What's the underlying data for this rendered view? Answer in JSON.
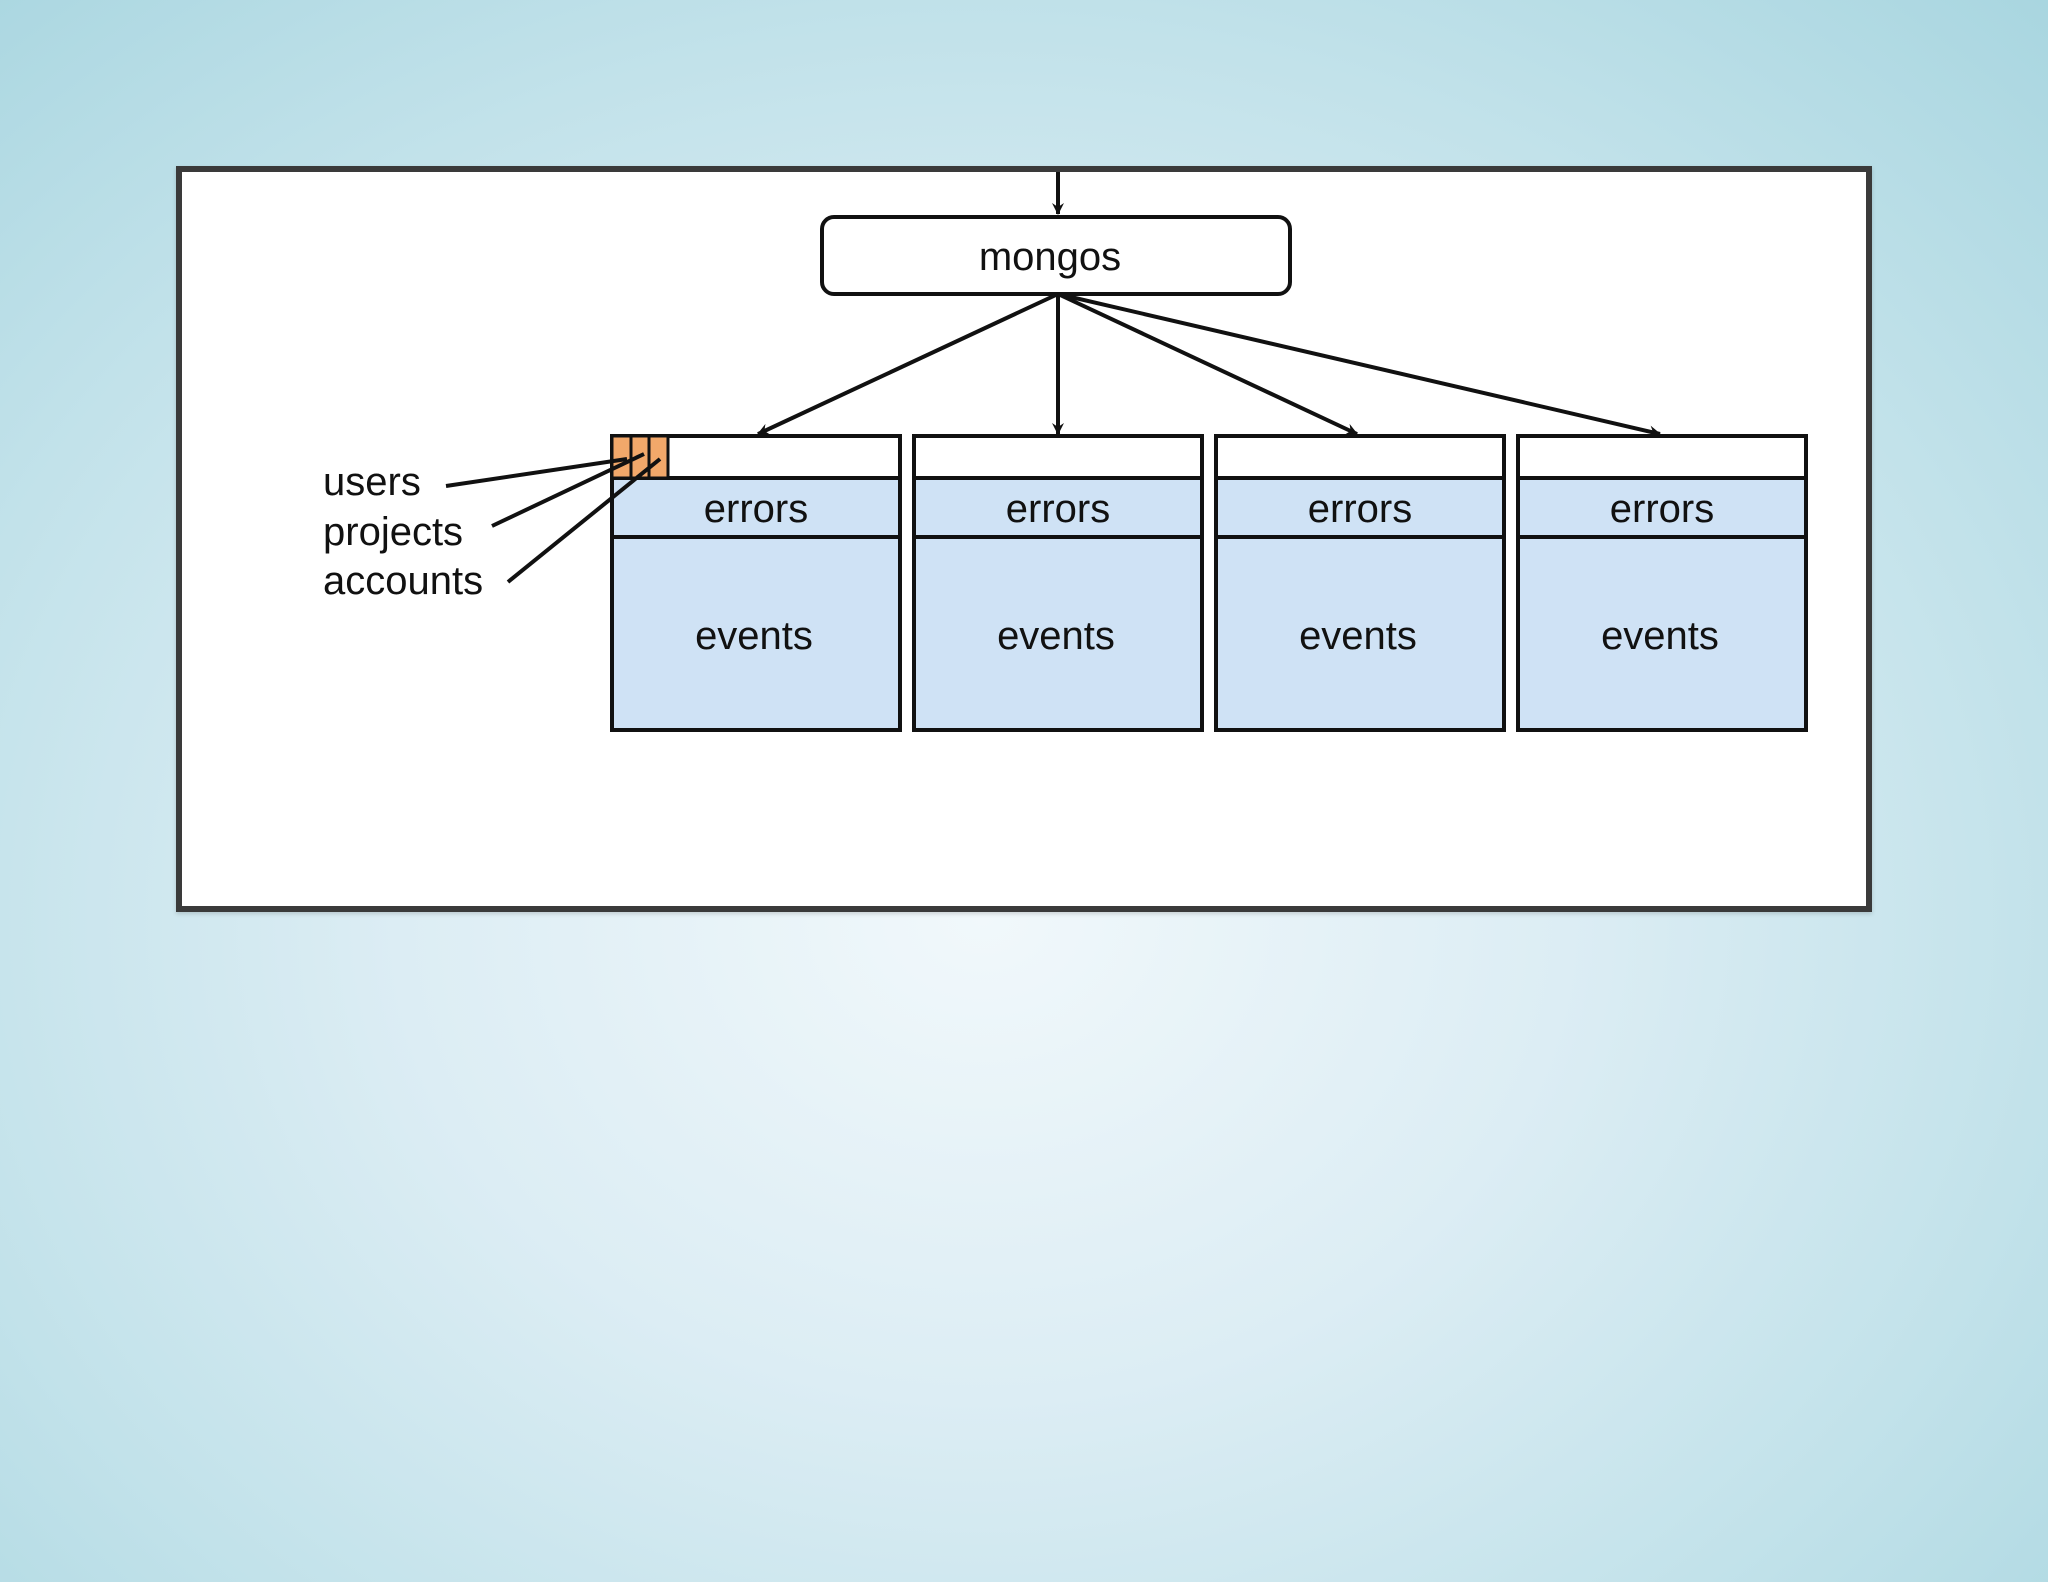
{
  "diagram": {
    "router": {
      "label": "mongos"
    },
    "shards": [
      {
        "top_label": "errors",
        "bottom_label": "events"
      },
      {
        "top_label": "errors",
        "bottom_label": "events"
      },
      {
        "top_label": "errors",
        "bottom_label": "events"
      },
      {
        "top_label": "errors",
        "bottom_label": "events"
      }
    ],
    "unsharded_collections": [
      {
        "label": "users"
      },
      {
        "label": "projects"
      },
      {
        "label": "accounts"
      }
    ],
    "colors": {
      "shard_fill": "#cfe2f5",
      "chunk_fill": "#f2a86a",
      "stroke": "#111111"
    }
  }
}
